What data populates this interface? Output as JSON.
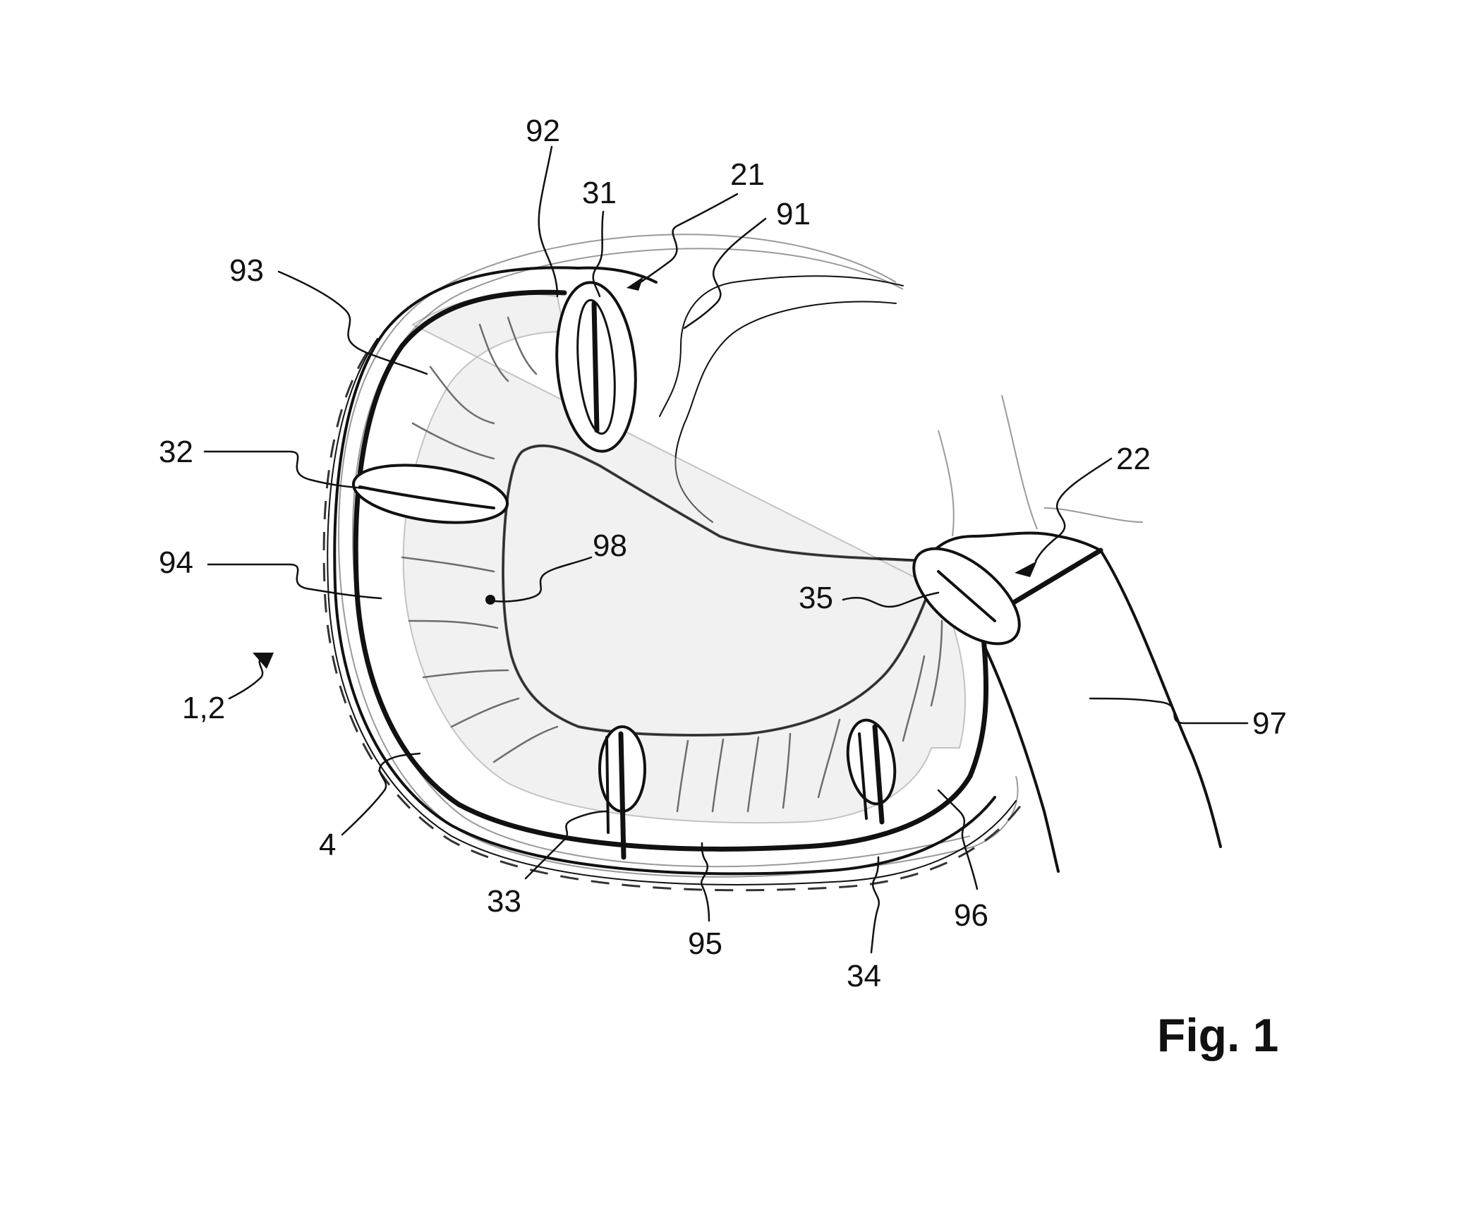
{
  "figure": {
    "caption": "Fig. 1",
    "labels": {
      "l92": "92",
      "l31": "31",
      "l21": "21",
      "l91": "91",
      "l93": "93",
      "l32": "32",
      "l22": "22",
      "l94": "94",
      "l98": "98",
      "l35": "35",
      "l12": "1,2",
      "l97": "97",
      "l4": "4",
      "l33": "33",
      "l95": "95",
      "l34": "34",
      "l96": "96"
    }
  }
}
